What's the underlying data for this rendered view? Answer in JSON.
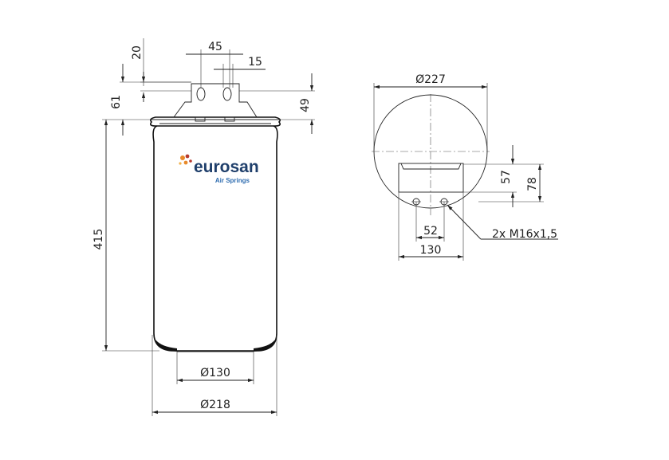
{
  "brand": {
    "name": "eurosan",
    "tagline": "Air Springs",
    "colors": {
      "name": "#1f3f6b",
      "tagline": "#2f6db0",
      "dots": "#e8892a",
      "dots_dark": "#b63a2e"
    }
  },
  "dimensions": {
    "top_offset": "20",
    "bolt_spacing_top": "45",
    "bolt_offset_top": "15",
    "plate_height": "61",
    "mount_height": "49",
    "height": "415",
    "bottom_diameter": "130",
    "bellow_diameter": "218",
    "top_diameter": "227",
    "plate_depth_1": "57",
    "plate_depth_2": "78",
    "bolt_spacing": "52",
    "plate_width": "130",
    "thread_callout": "2x M16x1,5"
  },
  "diameter_symbol": "Ø"
}
